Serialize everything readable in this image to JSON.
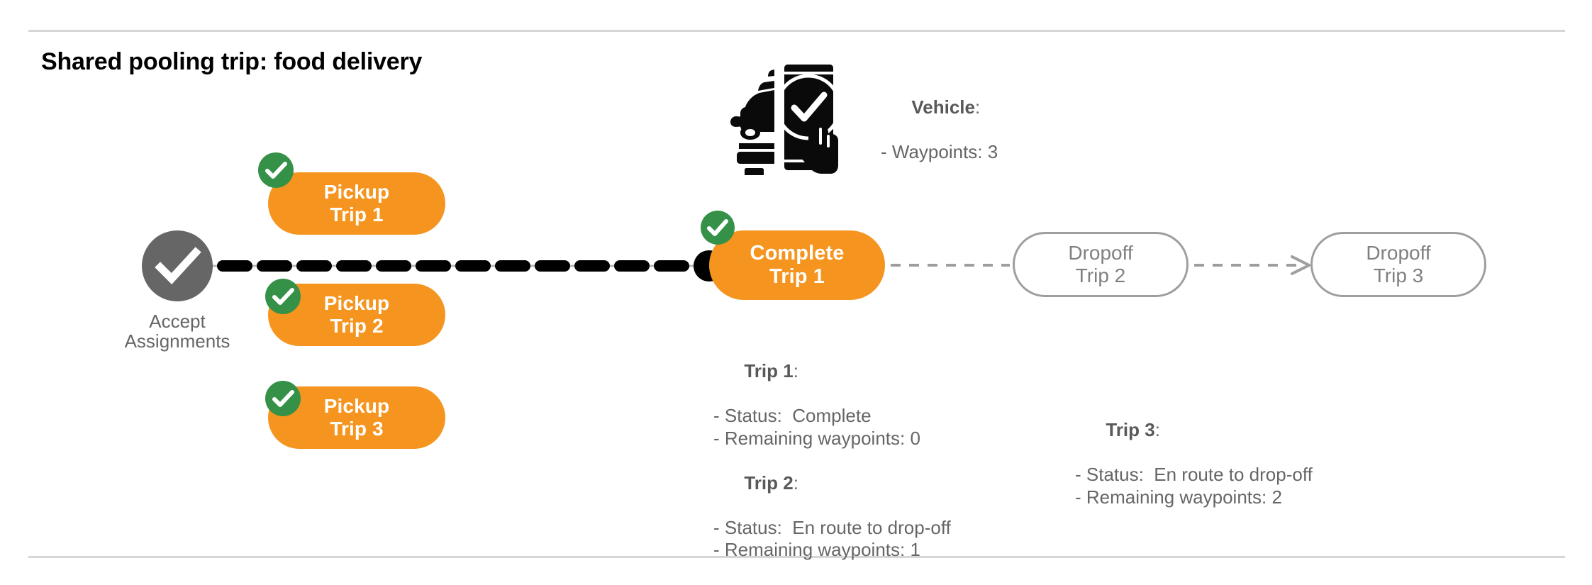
{
  "page": {
    "title": "Shared pooling trip: food delivery",
    "background": "#ffffff",
    "divider_color": "#d6d6d6"
  },
  "colors": {
    "orange": "#F5951F",
    "green": "#349147",
    "gray": "#666666",
    "outline_gray": "#9e9e9e",
    "text_gray": "#666666",
    "black": "#000000",
    "white": "#ffffff"
  },
  "flow": {
    "start_node": {
      "icon": "check-circle-icon",
      "label": "Accept\nAssignments"
    },
    "pickups": [
      {
        "line1": "Pickup",
        "line2": "Trip 1",
        "label": "Pickup\nTrip 1",
        "status_icon": "green-check-badge"
      },
      {
        "line1": "Pickup",
        "line2": "Trip 2",
        "label": "Pickup\nTrip 2",
        "status_icon": "green-check-badge"
      },
      {
        "line1": "Pickup",
        "line2": "Trip 3",
        "label": "Pickup\nTrip 3",
        "status_icon": "green-check-badge"
      }
    ],
    "complete_node": {
      "label": "Complete\nTrip 1",
      "status_icon": "green-check-badge"
    },
    "dropoffs": [
      {
        "label": "Dropoff\nTrip 2"
      },
      {
        "label": "Dropoff\nTrip 3"
      }
    ]
  },
  "vehicle": {
    "icon": "car-phone-check-icon",
    "heading": "Vehicle",
    "heading_suffix": ":",
    "lines": [
      "- Waypoints: 3"
    ]
  },
  "trips": [
    {
      "heading": "Trip 1",
      "heading_suffix": ":",
      "status_line": "- Status:  Complete",
      "waypoints_line": "- Remaining waypoints: 0"
    },
    {
      "heading": "Trip 2",
      "heading_suffix": ":",
      "status_line": "- Status:  En route to drop-off",
      "waypoints_line": "- Remaining waypoints: 1"
    },
    {
      "heading": "Trip 3",
      "heading_suffix": ":",
      "status_line": "- Status:  En route to drop-off",
      "waypoints_line": "- Remaining waypoints: 2"
    }
  ]
}
